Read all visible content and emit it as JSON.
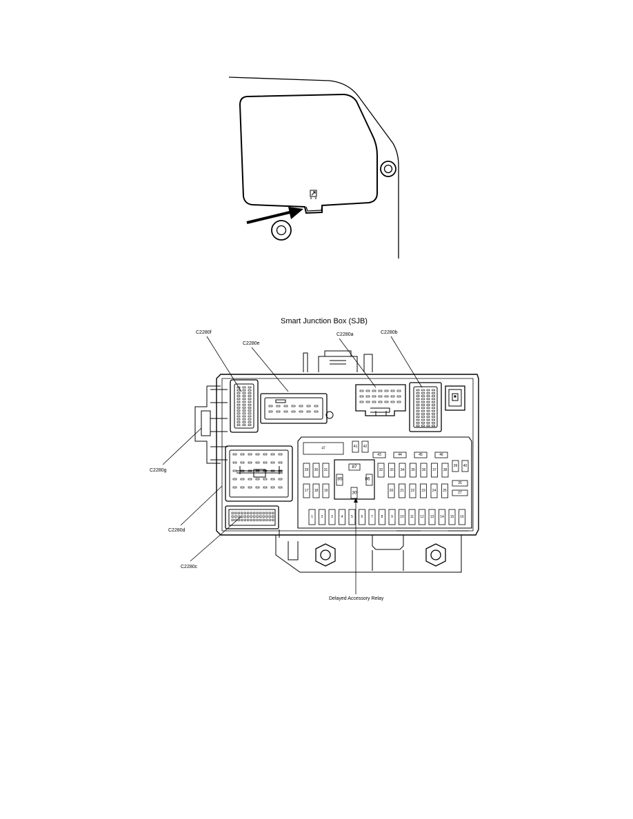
{
  "top_figure": {
    "description_icon": "cover-tab-arrow-icon"
  },
  "sjb": {
    "title": "Smart Junction Box (SJB)",
    "callouts": {
      "c2280f": "C2280f",
      "c2280e": "C2280e",
      "c2280a": "C2280a",
      "c2280b": "C2280b",
      "c2280g": "C2280g",
      "c2280d": "C2280d",
      "c2280c": "C2280c",
      "relay": "Delayed Accessory Relay"
    },
    "relay_terminals": {
      "t87": "87",
      "t85": "85",
      "t86": "86",
      "t30": "30"
    },
    "fuse_47": "47",
    "fuses_41_42": [
      "41",
      "42"
    ],
    "fuses_43_46": [
      "43",
      "44",
      "45",
      "46"
    ],
    "fuses_left_top": [
      "29",
      "30",
      "31"
    ],
    "fuses_left_bottom": [
      "17",
      "18",
      "19"
    ],
    "fuses_right_top": [
      "32",
      "33",
      "34",
      "35",
      "36",
      "37",
      "38"
    ],
    "fuses_right_bottom": [
      "20",
      "21",
      "22",
      "23",
      "24",
      "25"
    ],
    "fuses_39_40": [
      "39",
      "40"
    ],
    "fuses_26_27": [
      "26",
      "27"
    ],
    "fuses_bottom_row": [
      "1",
      "2",
      "3",
      "4",
      "5",
      "6",
      "7",
      "8",
      "9",
      "10",
      "11",
      "12",
      "13",
      "14",
      "15",
      "16"
    ]
  }
}
